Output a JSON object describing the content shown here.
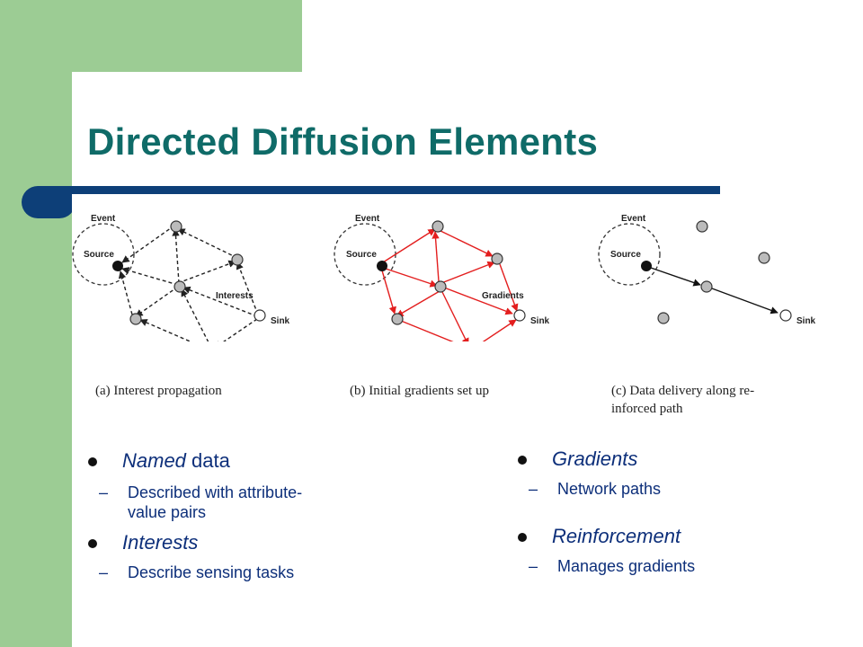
{
  "slide": {
    "title": "Directed Diffusion Elements",
    "colors": {
      "green": "#9ccc94",
      "title": "#0f6b68",
      "rule": "#0d3f78",
      "text": "#0d2f7a"
    }
  },
  "figure": {
    "diagrams": [
      {
        "event": "Event",
        "source": "Source",
        "sink": "Sink",
        "label": "Interests",
        "caption": "(a) Interest propagation"
      },
      {
        "event": "Event",
        "source": "Source",
        "sink": "Sink",
        "label": "Gradients",
        "caption": "(b) Initial gradients set up"
      },
      {
        "event": "Event",
        "source": "Source",
        "sink": "Sink",
        "caption_line1": "(c) Data delivery along re-",
        "caption_line2": "inforced path"
      }
    ]
  },
  "bullets": {
    "left": [
      {
        "lead_italic": "Named",
        "rest": " data",
        "sub": [
          "Described with attribute-",
          "value pairs"
        ]
      },
      {
        "lead_italic": "Interests",
        "sub": [
          "Describe sensing tasks"
        ]
      }
    ],
    "right": [
      {
        "lead_italic": "Gradients",
        "sub": [
          "Network paths"
        ]
      },
      {
        "lead_italic": "Reinforcement",
        "sub": [
          "Manages gradients"
        ]
      }
    ]
  }
}
